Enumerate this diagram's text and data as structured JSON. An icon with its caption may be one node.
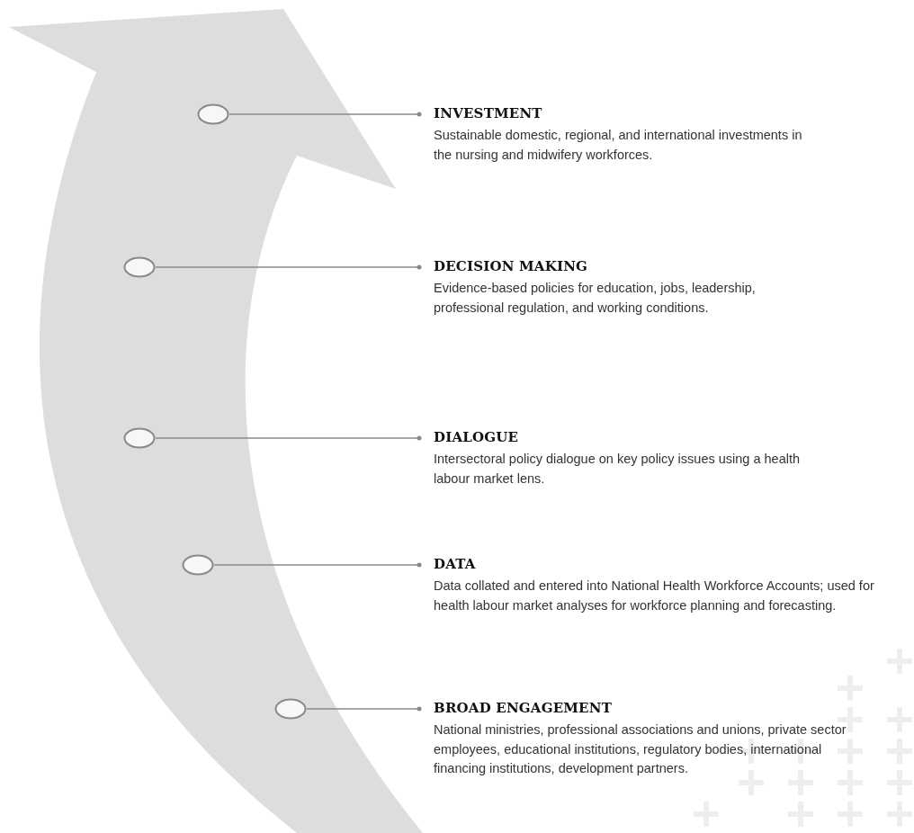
{
  "diagram": {
    "nodes": [
      {
        "text": [],
        "shape": "circle"
      },
      {
        "text": [
          "INVESTMENT",
          "Sustainable domestic, regional, and international investments in the nursing and midwifery workforces."
        ]
      },
      {
        "text": [],
        "shape": "circle"
      },
      {
        "text": [
          "DECISION MAKING",
          "Evidence-based policies for education, jobs, leadership, professional regulation, and working conditions."
        ]
      },
      {
        "text": [],
        "shape": "circle"
      },
      {
        "text": [
          "DIALOGUE",
          "Intersectoral policy dialogue on key policy issues using a health labour market lens."
        ]
      },
      {
        "text": [],
        "shape": "circle"
      },
      {
        "text": [
          "DATA",
          "Data collated and entered into National Health Workforce Accounts; used for health labour market analyses for workforce planning and forecasting."
        ]
      },
      {
        "text": [],
        "shape": "circle"
      },
      {
        "text": [
          "BROAD ENGAGEMENT",
          "National ministries, professional associations and unions, private sector employees, educational institutions, regulatory bodies, international financing institutions, development partners."
        ]
      }
    ],
    "edges": [
      {
        "from": 0,
        "to": 1,
        "arrow": "other"
      },
      {
        "from": 2,
        "to": 3,
        "arrow": "other"
      },
      {
        "from": 4,
        "to": 5,
        "arrow": "other"
      },
      {
        "from": 6,
        "to": 7,
        "arrow": "other"
      },
      {
        "from": 8,
        "to": 9,
        "arrow": "other"
      }
    ]
  }
}
